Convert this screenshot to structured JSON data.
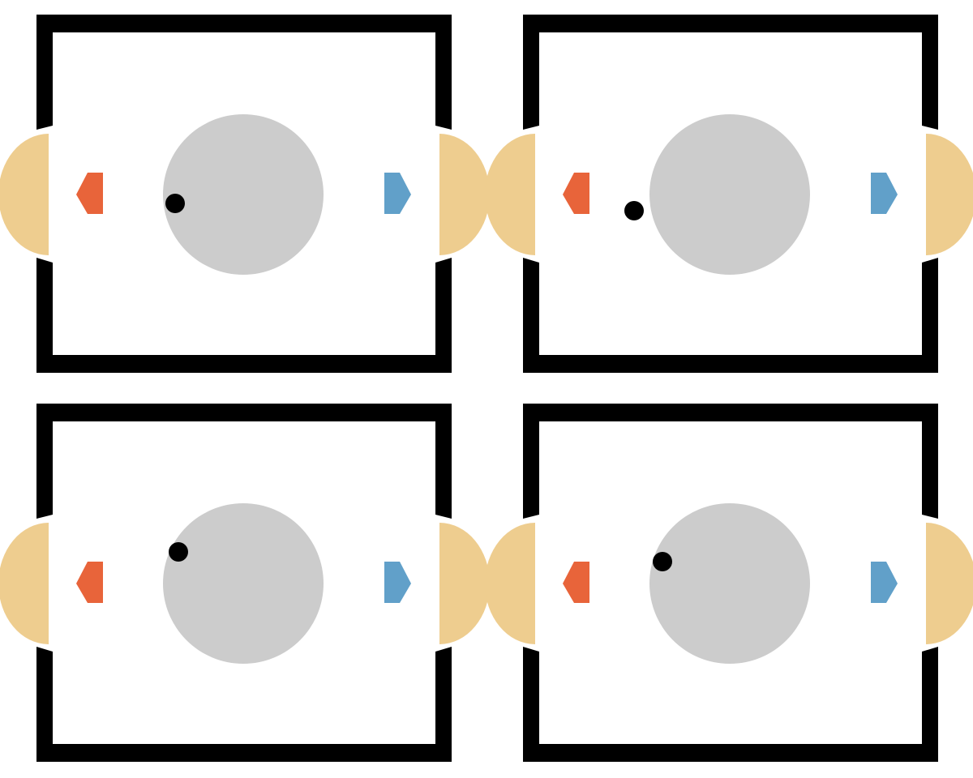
{
  "scene": {
    "panel_count": 4,
    "colors": {
      "background": "#ffffff",
      "wall": "#000000",
      "doorway": "#eecd8f",
      "table": "#cccccc",
      "agent": "#000000",
      "red_marker": "#e8643a",
      "blue_marker": "#61a0c9"
    },
    "icons": {
      "table": "gray-circle",
      "agent": "black-dot",
      "left_marker": "orange-half-disc",
      "right_marker": "blue-half-disc",
      "door": "tan-half-ellipse"
    }
  }
}
